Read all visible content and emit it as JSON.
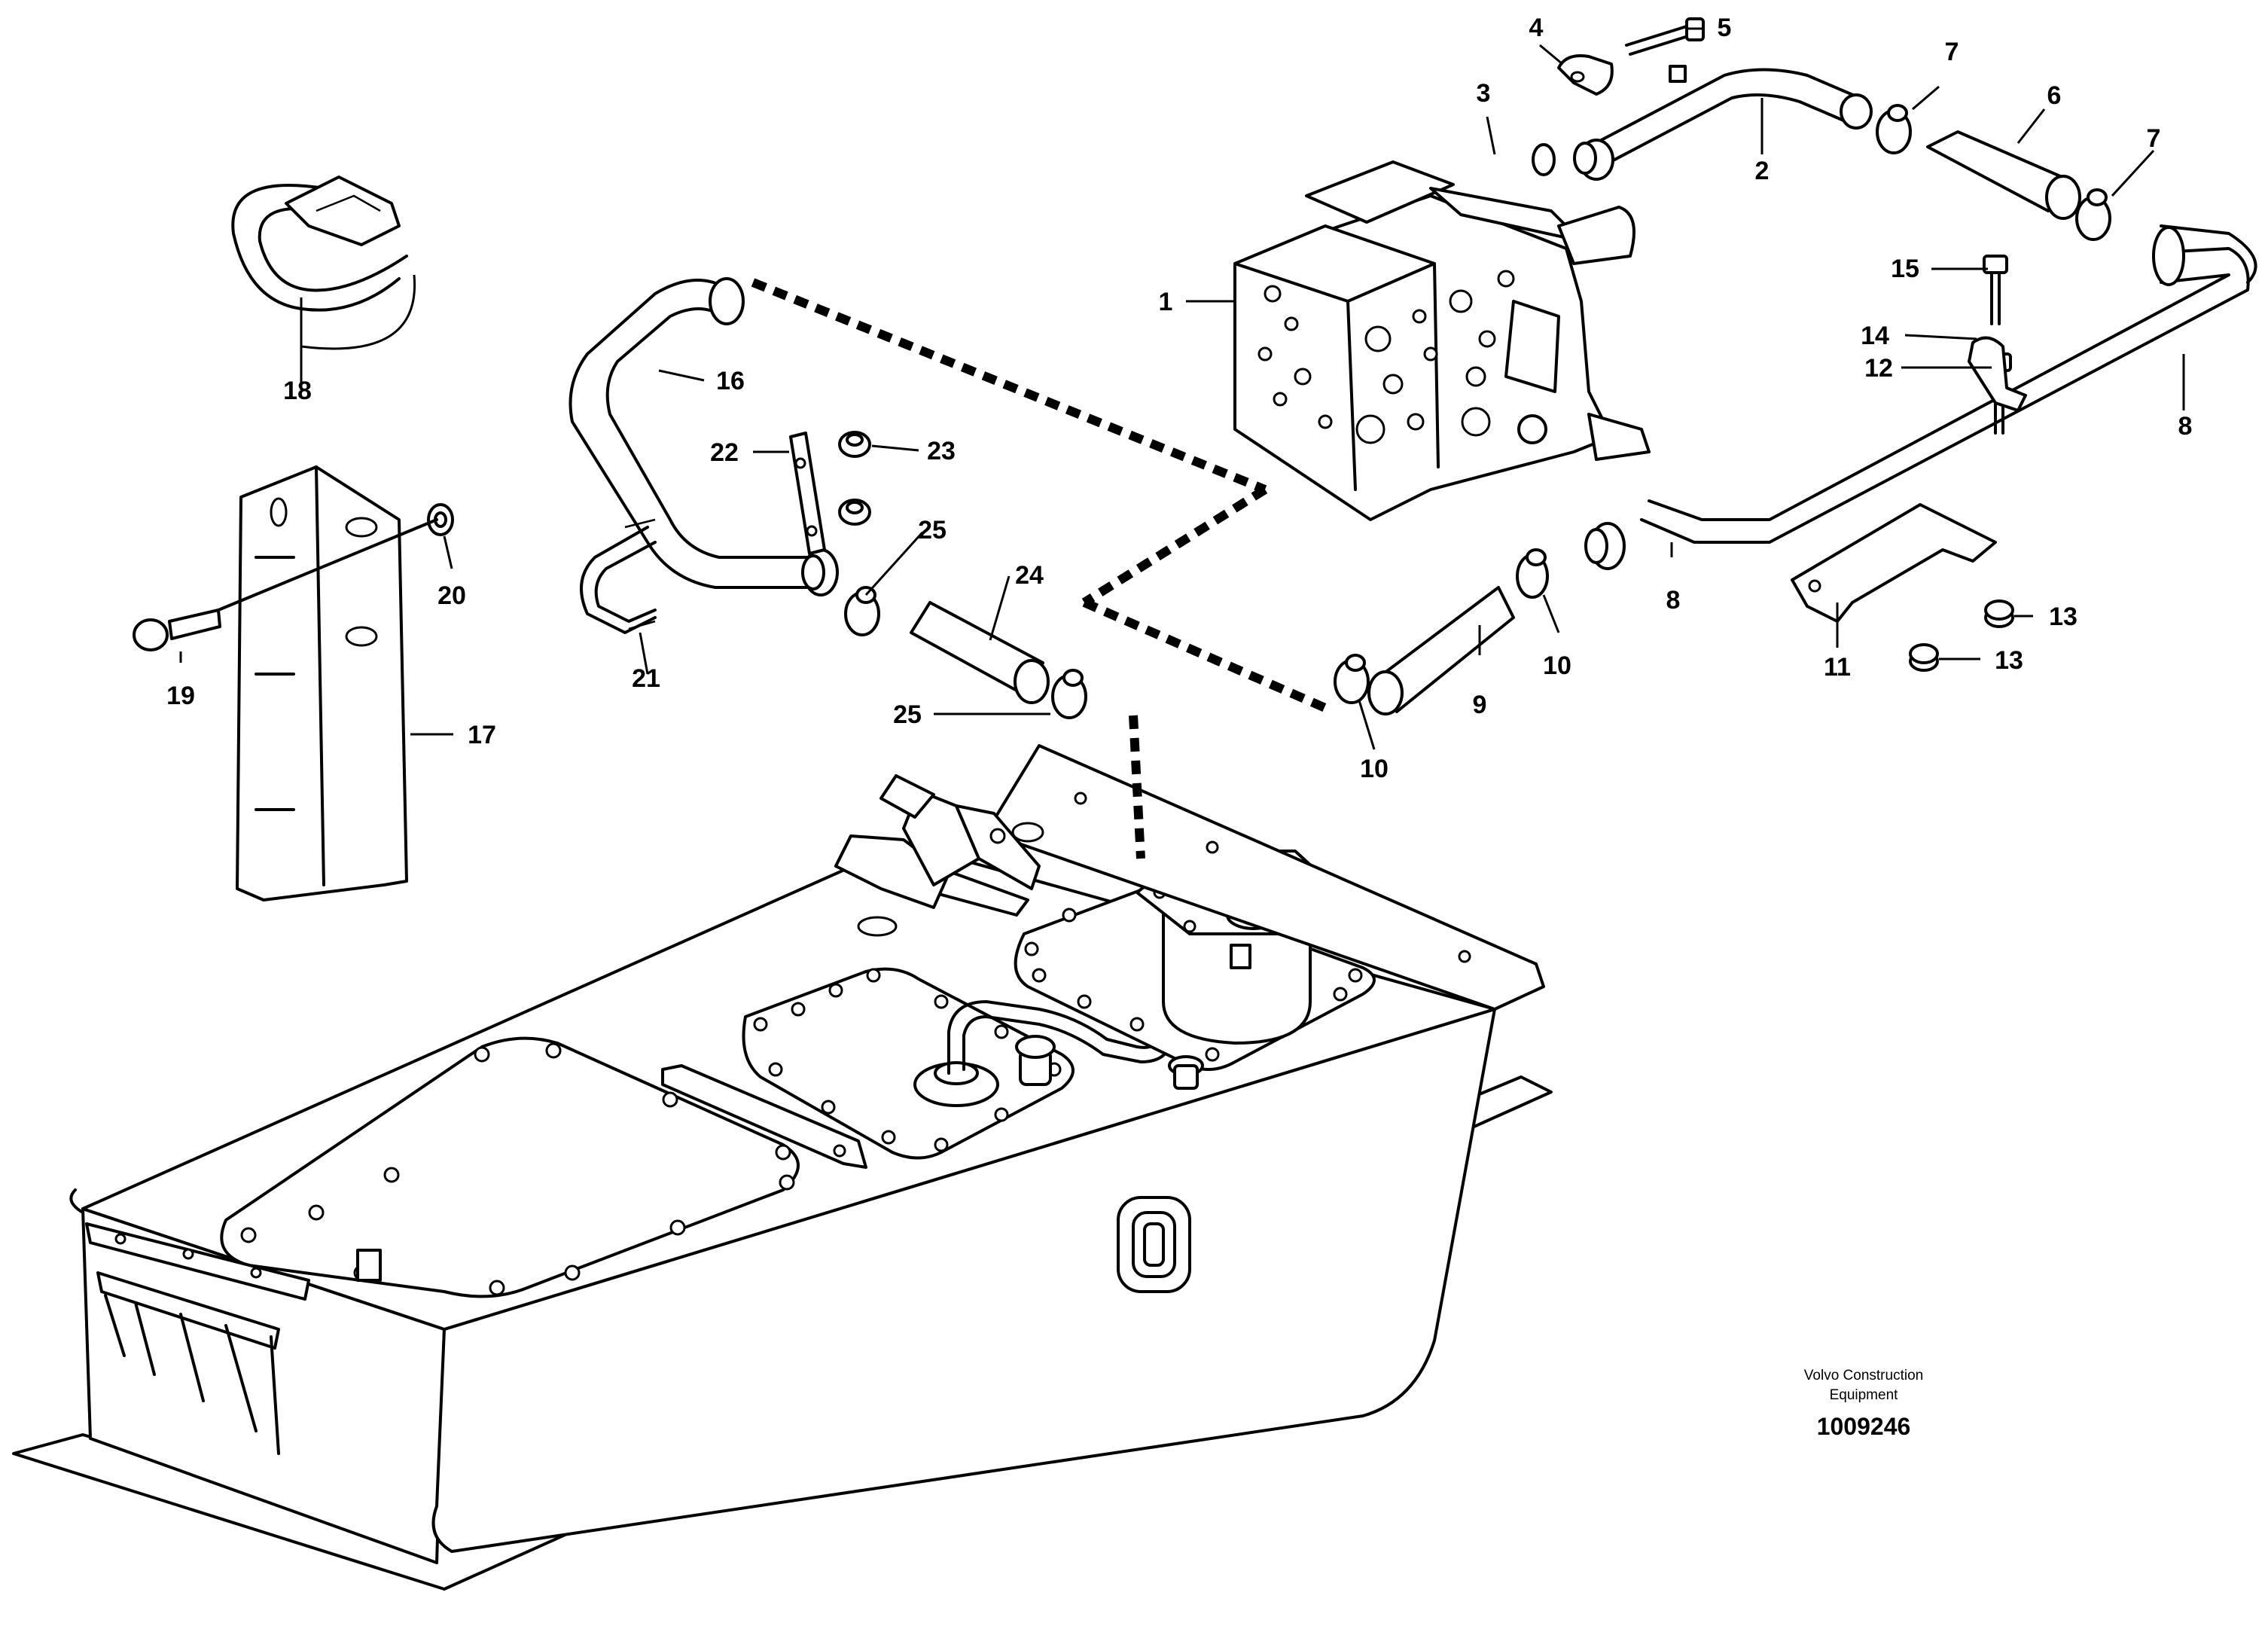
{
  "callouts": [
    {
      "id": "1",
      "label": "1"
    },
    {
      "id": "2",
      "label": "2"
    },
    {
      "id": "3",
      "label": "3"
    },
    {
      "id": "4",
      "label": "4"
    },
    {
      "id": "5",
      "label": "5"
    },
    {
      "id": "6",
      "label": "6"
    },
    {
      "id": "7a",
      "label": "7"
    },
    {
      "id": "7b",
      "label": "7"
    },
    {
      "id": "8a",
      "label": "8"
    },
    {
      "id": "8b",
      "label": "8"
    },
    {
      "id": "9",
      "label": "9"
    },
    {
      "id": "10a",
      "label": "10"
    },
    {
      "id": "10b",
      "label": "10"
    },
    {
      "id": "11",
      "label": "11"
    },
    {
      "id": "12",
      "label": "12"
    },
    {
      "id": "13a",
      "label": "13"
    },
    {
      "id": "13b",
      "label": "13"
    },
    {
      "id": "14",
      "label": "14"
    },
    {
      "id": "15",
      "label": "15"
    },
    {
      "id": "16",
      "label": "16"
    },
    {
      "id": "17",
      "label": "17"
    },
    {
      "id": "18",
      "label": "18"
    },
    {
      "id": "19",
      "label": "19"
    },
    {
      "id": "20",
      "label": "20"
    },
    {
      "id": "21",
      "label": "21"
    },
    {
      "id": "22",
      "label": "22"
    },
    {
      "id": "23",
      "label": "23"
    },
    {
      "id": "24",
      "label": "24"
    },
    {
      "id": "25a",
      "label": "25"
    },
    {
      "id": "25b",
      "label": "25"
    }
  ],
  "manufacturer": {
    "line1": "Volvo Construction",
    "line2": "Equipment"
  },
  "document_number": "1009246"
}
